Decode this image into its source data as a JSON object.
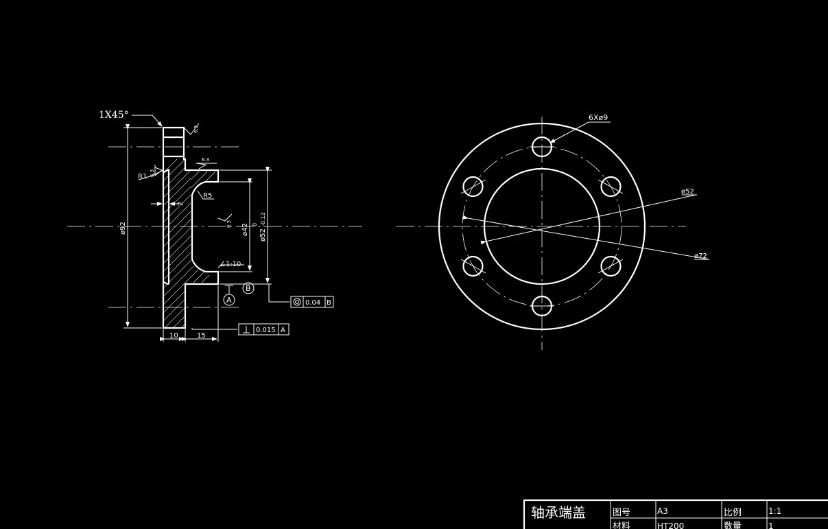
{
  "side_view": {
    "chamfer": "1X45°",
    "radius_r1": "R1",
    "radius_r5": "R5",
    "dim_2": "2",
    "dim_phi92": "ø92",
    "dim_phi42": "ø42",
    "dim_phi52_main": "ø52",
    "dim_phi52_tol_upper": "0",
    "dim_phi52_tol_lower": "-0.12",
    "dim_10": "10",
    "dim_15": "15",
    "taper": "∠1:10",
    "roughness_1": "6.3",
    "roughness_2": "6.3",
    "roughness_3": "6.3",
    "roughness_4": "6.3",
    "datum_a": "A",
    "datum_b": "B",
    "fcf_concentricity": {
      "symbol": "◎",
      "value": "0.04",
      "datum": "B"
    },
    "fcf_perpendicularity": {
      "symbol": "⊥",
      "value": "0.015",
      "datum": "A"
    }
  },
  "front_view": {
    "holes": "6Xø9",
    "dim_phi52": "ø52",
    "dim_phi72": "ø72"
  },
  "title_block": {
    "name": "轴承端盖",
    "drawing_no_label": "图号",
    "drawing_no_value": "A3",
    "scale_label": "比例",
    "scale_value": "1:1",
    "material_label": "材料",
    "material_value": "HT200",
    "quantity_label": "数量",
    "quantity_value": "1"
  },
  "colors": {
    "background": "#000000",
    "lines": "#ffffff"
  }
}
